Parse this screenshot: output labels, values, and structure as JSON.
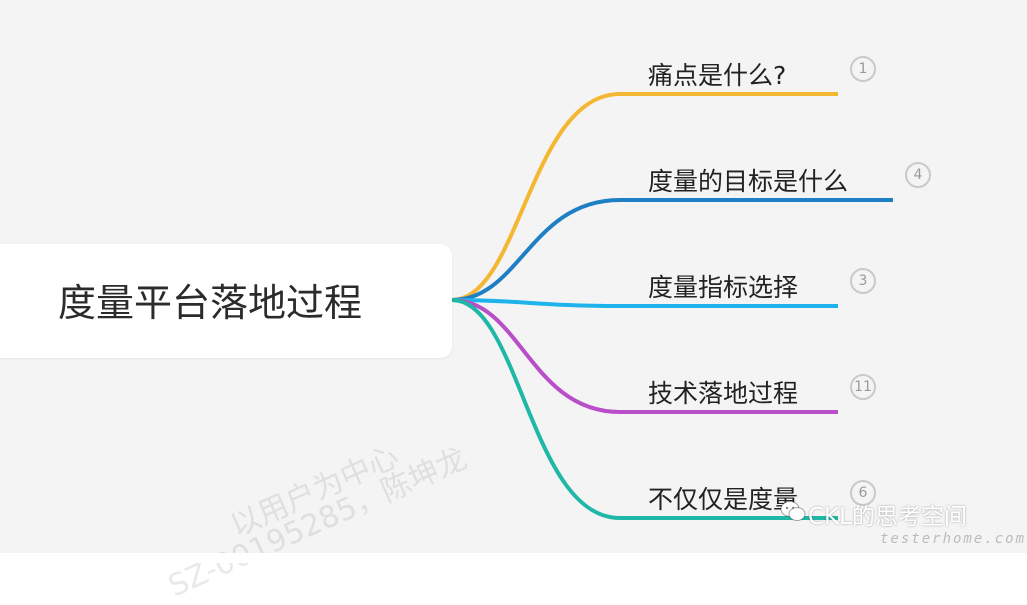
{
  "root": {
    "label": "度量平台落地过程"
  },
  "branches": [
    {
      "label": "痛点是什么?",
      "count": "1",
      "color": "#f4b731"
    },
    {
      "label": "度量的目标是什么",
      "count": "4",
      "color": "#1f7fc4"
    },
    {
      "label": "度量指标选择",
      "count": "3",
      "color": "#1eb3ea"
    },
    {
      "label": "技术落地过程",
      "count": "11",
      "color": "#b84fc9"
    },
    {
      "label": "不仅仅是度量",
      "count": "6",
      "color": "#1fb7a6"
    }
  ],
  "watermark": {
    "line1": "以用户为中心",
    "line2": "SZ-00195285，陈坤龙"
  },
  "overlay": {
    "brand": "CKL的思考空间",
    "site": "testerhome.com",
    "icon": "wechat-icon"
  }
}
